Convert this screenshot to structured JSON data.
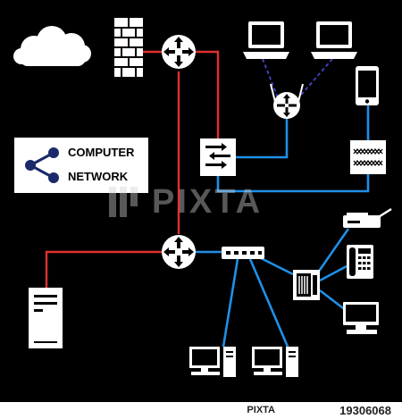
{
  "title_card": {
    "line1": "COMPUTER",
    "line2": "NETWORK"
  },
  "watermark": {
    "text": "PIXTA"
  },
  "footer": {
    "logo_text": "PIXTA",
    "image_id": "19306068"
  },
  "colors": {
    "background": "#000000",
    "wan_link": "#e03030",
    "lan_link": "#1e90e8",
    "wireless_link": "#4040b8",
    "icons": "#ffffff"
  },
  "icons": [
    "cloud-icon",
    "firewall-icon",
    "router-icon",
    "laptop-icon",
    "wireless-access-point-icon",
    "smartphone-icon",
    "switch-icon",
    "patch-panel-icon",
    "hub-icon",
    "server-tower-icon",
    "desktop-pc-icon",
    "printer-icon",
    "telephone-icon",
    "fax-icon",
    "monitor-icon",
    "share-icon"
  ]
}
